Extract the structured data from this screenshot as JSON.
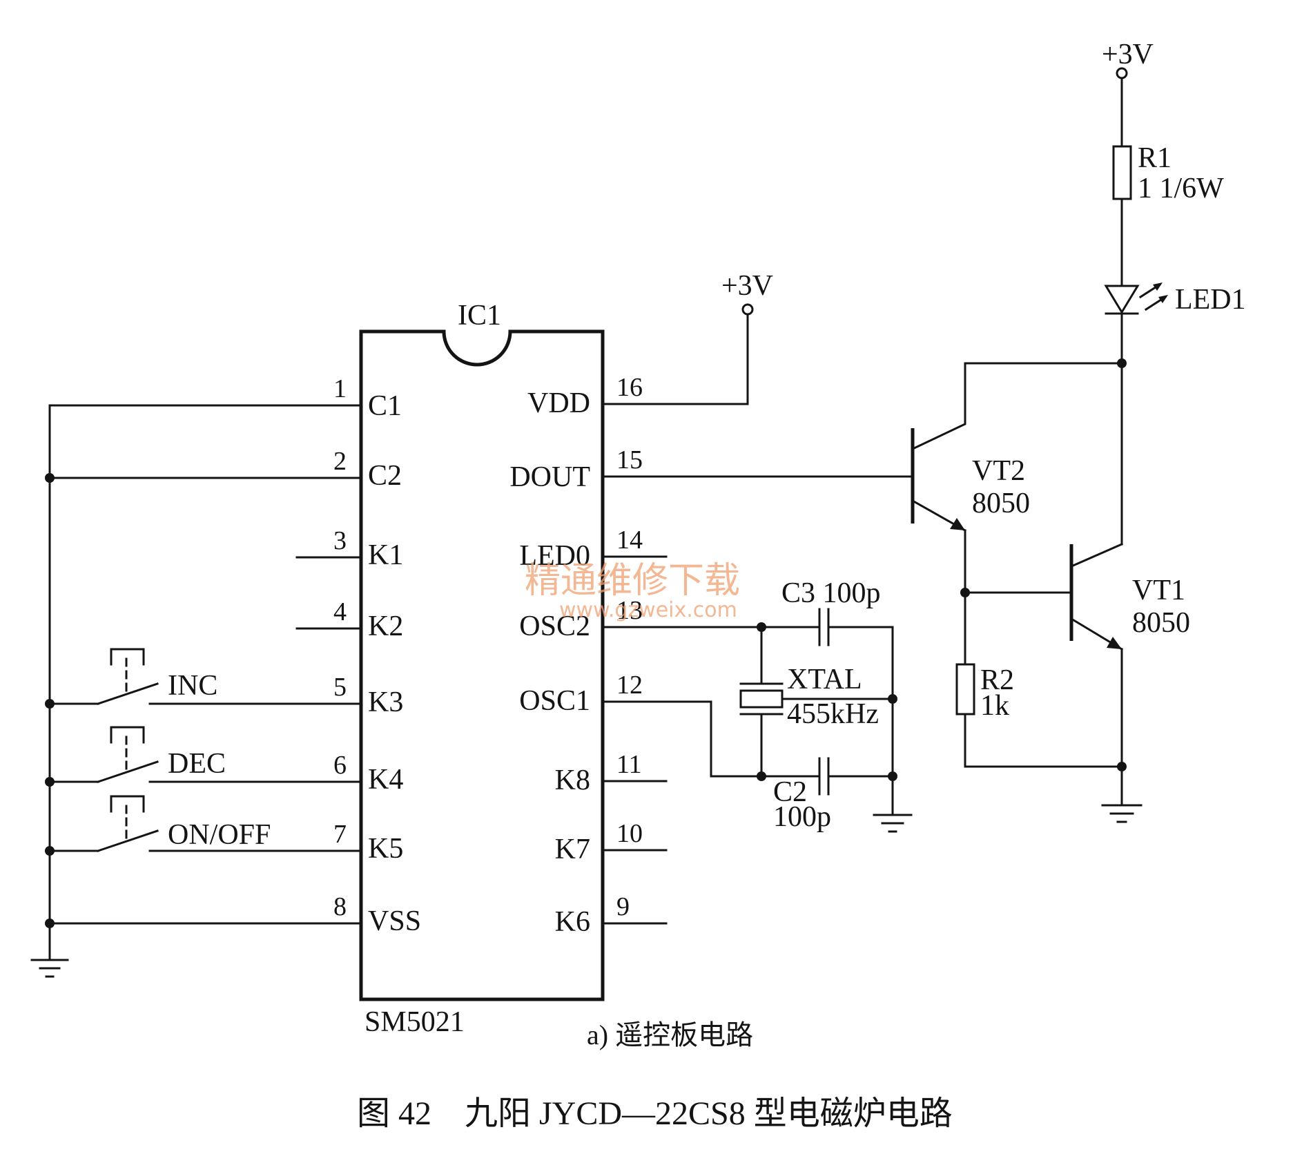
{
  "ic": {
    "designator": "IC1",
    "part": "SM5021",
    "left_pins": [
      {
        "num": "1",
        "name": "C1"
      },
      {
        "num": "2",
        "name": "C2"
      },
      {
        "num": "3",
        "name": "K1"
      },
      {
        "num": "4",
        "name": "K2"
      },
      {
        "num": "5",
        "name": "K3"
      },
      {
        "num": "6",
        "name": "K4"
      },
      {
        "num": "7",
        "name": "K5"
      },
      {
        "num": "8",
        "name": "VSS"
      }
    ],
    "right_pins": [
      {
        "num": "16",
        "name": "VDD"
      },
      {
        "num": "15",
        "name": "DOUT"
      },
      {
        "num": "14",
        "name": "LED0"
      },
      {
        "num": "13",
        "name": "OSC2"
      },
      {
        "num": "12",
        "name": "OSC1"
      },
      {
        "num": "11",
        "name": "K8"
      },
      {
        "num": "10",
        "name": "K7"
      },
      {
        "num": "9",
        "name": "K6"
      }
    ]
  },
  "switches": [
    "INC",
    "DEC",
    "ON/OFF"
  ],
  "power": {
    "vdd_label": "+3V",
    "led_supply_label": "+3V"
  },
  "r1": {
    "name": "R1",
    "value": "1 1/6W"
  },
  "r2": {
    "name": "R2",
    "value": "1k"
  },
  "led": {
    "name": "LED1"
  },
  "vt2": {
    "name": "VT2",
    "type": "8050"
  },
  "vt1": {
    "name": "VT1",
    "type": "8050"
  },
  "c3": {
    "label": "C3 100p"
  },
  "c2": {
    "name": "C2",
    "value": "100p"
  },
  "xtal": {
    "name": "XTAL",
    "freq": "455kHz"
  },
  "subcaption": "a) 遥控板电路",
  "caption": "图 42    九阳 JYCD—22CS8 型电磁炉电路",
  "watermark": {
    "line1": "精通维修下载",
    "line2": "www.gzweix.com"
  }
}
